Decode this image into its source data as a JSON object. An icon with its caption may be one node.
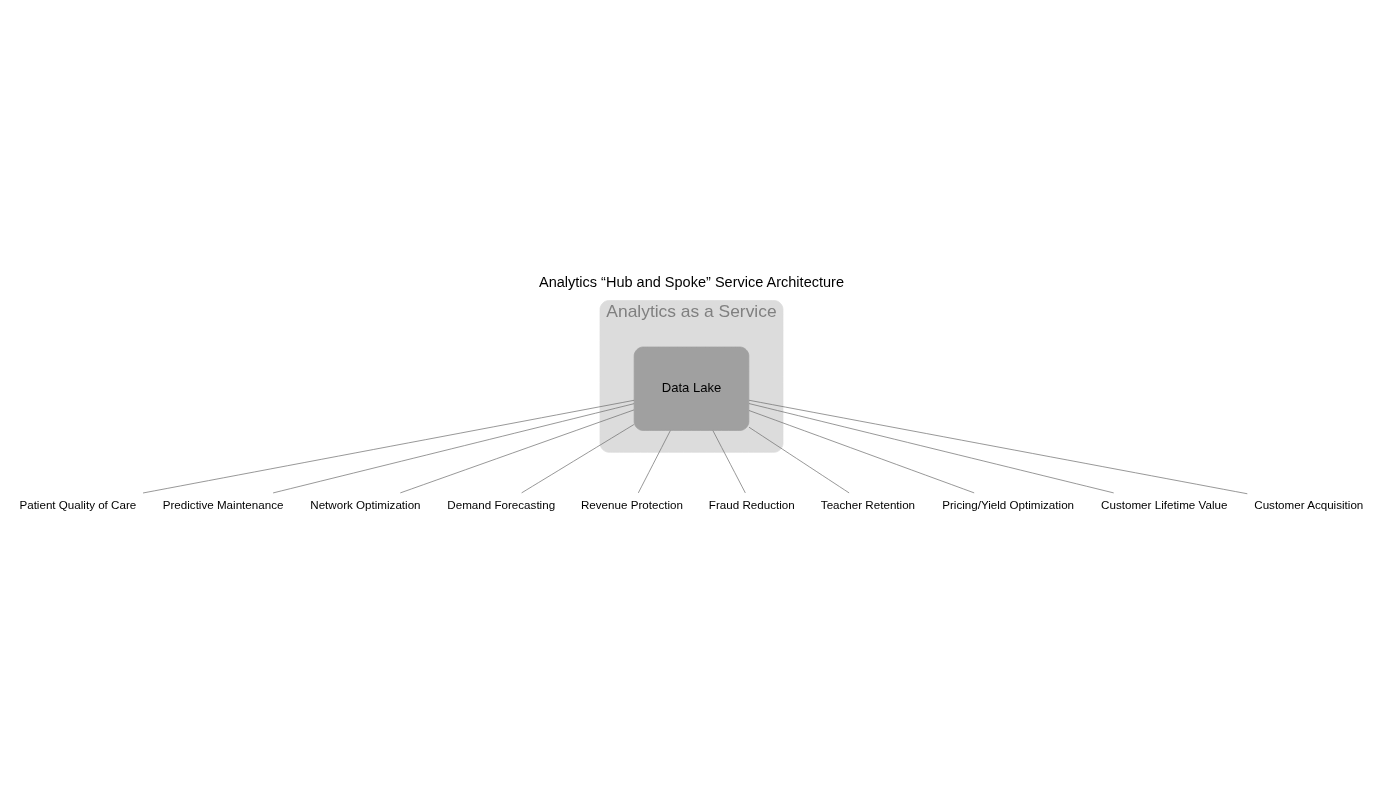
{
  "diagram": {
    "title": "Analytics “Hub and Spoke” Service Architecture",
    "nodes": [
      {
        "text": [
          "Analytics as a Service"
        ]
      },
      {
        "text": [
          "Data Lake"
        ],
        "in": 0
      },
      {
        "text": [
          "Patient Quality of Care"
        ]
      },
      {
        "text": [
          "Predictive Maintenance"
        ]
      },
      {
        "text": [
          "Network Optimization"
        ]
      },
      {
        "text": [
          "Demand Forecasting"
        ]
      },
      {
        "text": [
          "Revenue Protection"
        ]
      },
      {
        "text": [
          "Fraud Reduction"
        ]
      },
      {
        "text": [
          "Teacher Retention"
        ]
      },
      {
        "text": [
          "Pricing/Yield Optimization"
        ]
      },
      {
        "text": [
          "Customer Lifetime Value"
        ]
      },
      {
        "text": [
          "Customer Acquisition"
        ]
      }
    ],
    "edges": [
      {
        "from": 1,
        "to": 2,
        "arrow": "none"
      },
      {
        "from": 1,
        "to": 3,
        "arrow": "none"
      },
      {
        "from": 1,
        "to": 4,
        "arrow": "none"
      },
      {
        "from": 1,
        "to": 5,
        "arrow": "none"
      },
      {
        "from": 1,
        "to": 6,
        "arrow": "none"
      },
      {
        "from": 1,
        "to": 7,
        "arrow": "none"
      },
      {
        "from": 1,
        "to": 8,
        "arrow": "none"
      },
      {
        "from": 1,
        "to": 9,
        "arrow": "none"
      },
      {
        "from": 1,
        "to": 10,
        "arrow": "none"
      },
      {
        "from": 1,
        "to": 11,
        "arrow": "none"
      }
    ]
  }
}
